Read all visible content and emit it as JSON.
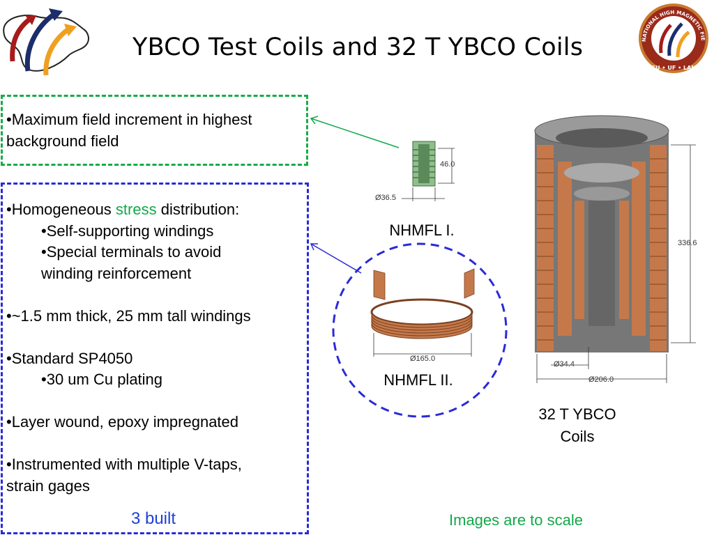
{
  "title": "YBCO Test Coils and 32 T YBCO Coils",
  "box_field": {
    "line1": "•Maximum field increment in highest",
    "line2": "background field"
  },
  "box_details": {
    "homog_pre": "•Homogeneous ",
    "homog_stress": "stress",
    "homog_post": " distribution:",
    "self_supporting": "•Self-supporting windings",
    "terminals_1": "•Special terminals to avoid",
    "terminals_2": "winding reinforcement",
    "thickness": "•~1.5 mm thick, 25 mm tall windings",
    "standard": "•Standard SP4050",
    "plating": "•30 um Cu plating",
    "layer": "•Layer wound, epoxy impregnated",
    "instr_1": "•Instrumented with multiple V-taps,",
    "instr_2": "strain gages"
  },
  "built_label": "3 built",
  "scale_note": "Images are to scale",
  "coil1": {
    "label": "NHMFL I.",
    "dim_height": "46.0",
    "dim_diameter": "Ø36.5"
  },
  "coil2": {
    "label": "NHMFL II.",
    "dim_diameter": "Ø165.0"
  },
  "coil32": {
    "label_1": "32 T YBCO",
    "label_2": "Coils",
    "dim_height": "336.6",
    "dim_inner": "Ø34.4",
    "dim_outer": "Ø206.0"
  },
  "logo_right_text": "NATIONAL HIGH MAGNETIC FIELD LABORATORY",
  "logo_right_sub": "FSU • UF • LANL",
  "colors": {
    "green_accent": "#13a84a",
    "blue_accent": "#2a2ad8",
    "copper": "#c5794a"
  }
}
